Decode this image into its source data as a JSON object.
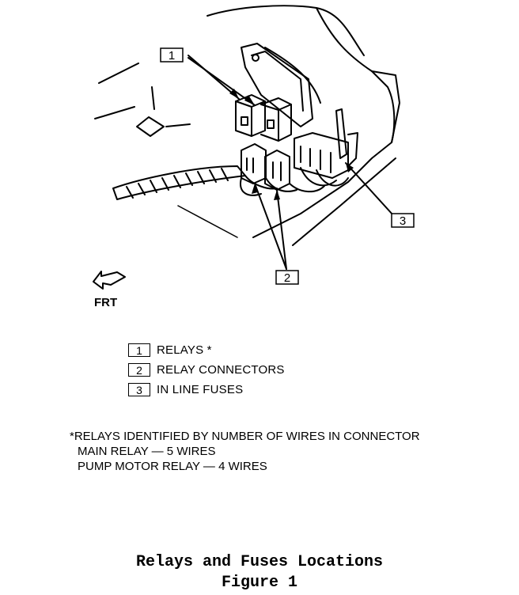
{
  "callouts": {
    "c1": "1",
    "c2": "2",
    "c3": "3"
  },
  "orientation": {
    "label": "FRT"
  },
  "legend": {
    "items": [
      {
        "num": "1",
        "text": "RELAYS *"
      },
      {
        "num": "2",
        "text": "RELAY CONNECTORS"
      },
      {
        "num": "3",
        "text": "IN LINE FUSES"
      }
    ]
  },
  "footnote": {
    "line1": "*RELAYS IDENTIFIED BY NUMBER OF WIRES IN CONNECTOR",
    "line2": "MAIN RELAY — 5 WIRES",
    "line3": "PUMP MOTOR RELAY — 4 WIRES"
  },
  "caption": {
    "title": "Relays and Fuses Locations",
    "figure": "Figure 1"
  }
}
